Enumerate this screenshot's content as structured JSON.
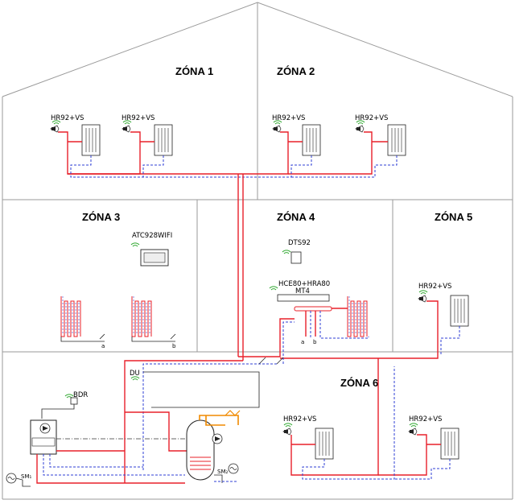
{
  "zones": {
    "z1": "ZÓNA 1",
    "z2": "ZÓNA 2",
    "z3": "ZÓNA 3",
    "z4": "ZÓNA 4",
    "z5": "ZÓNA 5",
    "z6": "ZÓNA 6"
  },
  "devices": {
    "hr92": "HR92+VS",
    "atc": "ATC928WIFI",
    "dts": "DTS92",
    "hce": "HCE80+HRA80",
    "mt4": "MT4",
    "bdr": "BDR",
    "du": "DU",
    "sm1": "SM₁",
    "sm2": "SM₂",
    "loop_a": "a",
    "loop_b": "b"
  },
  "colors": {
    "supply": "#e8202a",
    "return": "#2f3fd6",
    "wall": "#9a9a9a",
    "wireless": "#2fa82f",
    "solar": "#f08a00"
  }
}
